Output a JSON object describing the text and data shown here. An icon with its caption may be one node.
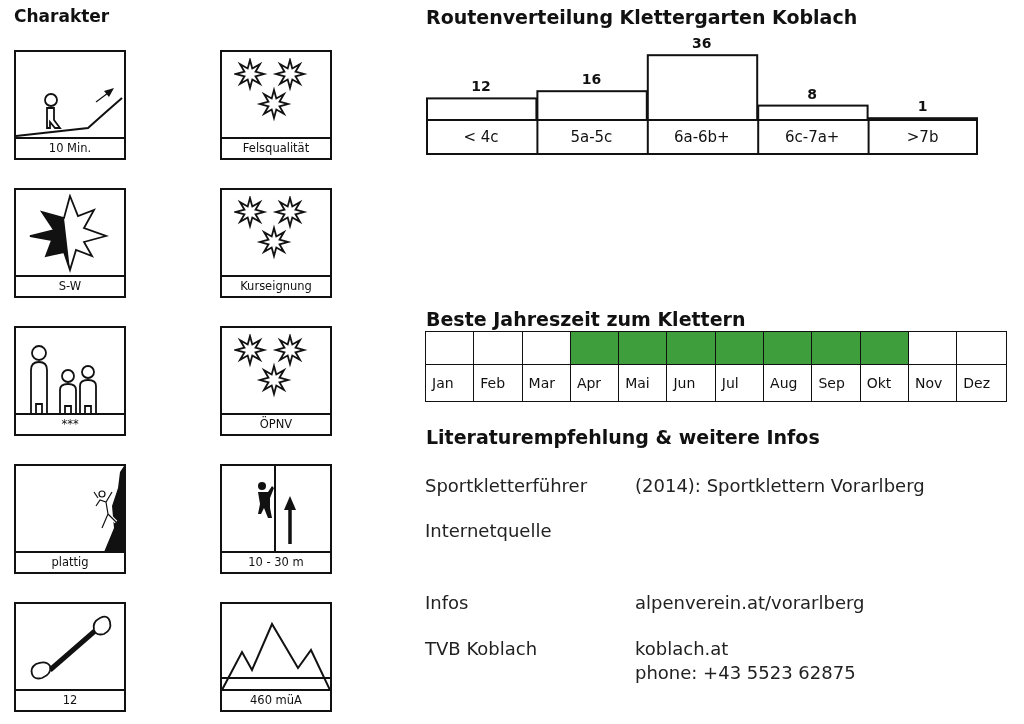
{
  "diagram": {
    "nodes": [
      {
        "text": [
          "10 Min."
        ]
      },
      {
        "text": [
          "Felsqualität"
        ]
      },
      {
        "text": [
          "S-W"
        ]
      },
      {
        "text": [
          "Kurseignung"
        ]
      },
      {
        "text": [
          "***"
        ]
      },
      {
        "text": [
          "ÖPNV"
        ]
      },
      {
        "text": [
          "plattig"
        ]
      },
      {
        "text": [
          "10 - 30 m"
        ]
      },
      {
        "text": [
          "12"
        ]
      },
      {
        "text": [
          "460 müA"
        ]
      }
    ],
    "labels": [
      "Charakter",
      "Beste Jahreszeit zum Klettern",
      "Jan",
      "Feb",
      "Mar",
      "Apr",
      "Mai",
      "Jun",
      "Jul",
      "Aug",
      "Sep",
      "Okt",
      "Nov",
      "Dez",
      "Literaturempfehlung & weitere Infos",
      "Sportkletterführer",
      "(2014): Sportklettern Vorarlberg",
      "Internetquelle",
      "Infos",
      "alpenverein.at/vorarlberg",
      "TVB Koblach",
      "koblach.at",
      "phone: +43 5523 62875"
    ],
    "chart_data": {
      "type": "bar",
      "title": "Routenverteilung Klettergarten Koblach",
      "categories": [
        "< 4c",
        "5a-5c",
        "6a-6b+",
        "6c-7a+",
        ">7b"
      ],
      "values": [
        12,
        16,
        36,
        8,
        1
      ],
      "data_labels": true
    }
  }
}
